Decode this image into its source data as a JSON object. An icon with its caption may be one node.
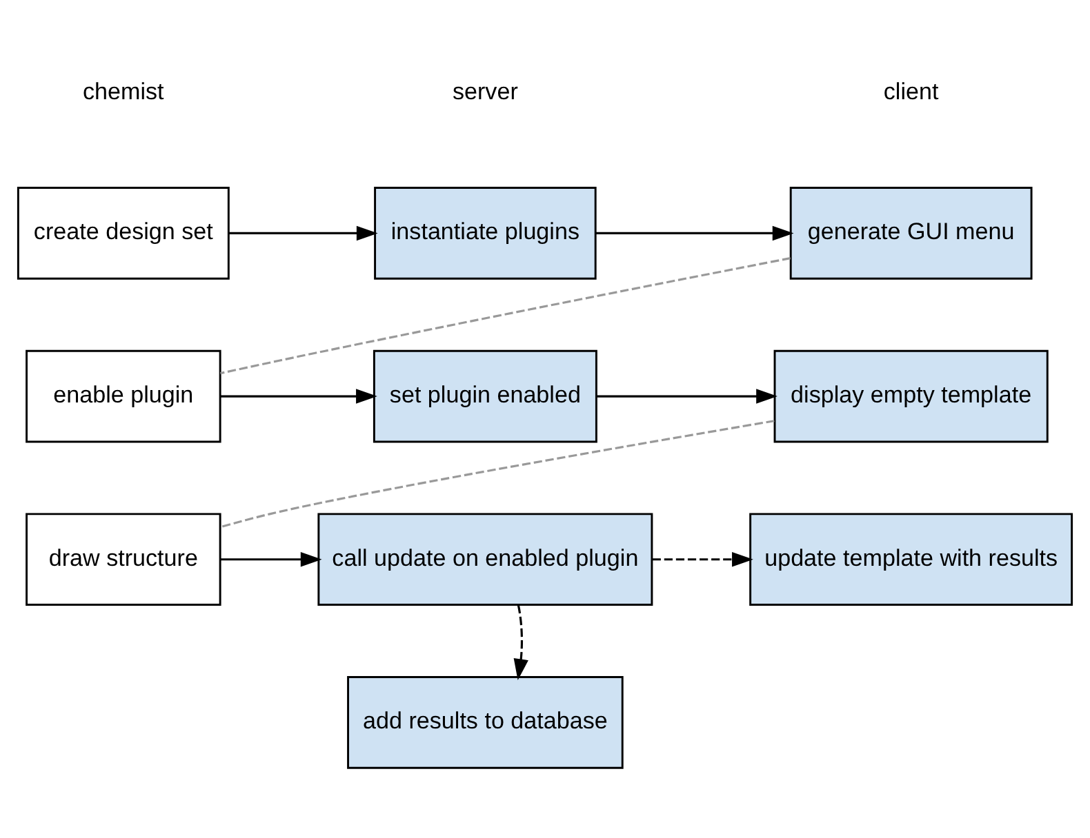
{
  "diagram": {
    "nodes": [
      {
        "text": [
          "create design set"
        ]
      },
      {
        "text": [
          "instantiate plugins"
        ]
      },
      {
        "text": [
          "generate GUI menu"
        ]
      },
      {
        "text": [
          "enable plugin"
        ]
      },
      {
        "text": [
          "set plugin enabled"
        ]
      },
      {
        "text": [
          "display empty template"
        ]
      },
      {
        "text": [
          "draw structure"
        ]
      },
      {
        "text": [
          "call update on enabled plugin"
        ]
      },
      {
        "text": [
          "update template with results"
        ]
      },
      {
        "text": [
          "add results to database"
        ]
      }
    ],
    "edges": [
      {
        "from": 0,
        "to": 1,
        "arrow": "to"
      },
      {
        "from": 1,
        "to": 2,
        "arrow": "to"
      },
      {
        "from": 2,
        "to": 3,
        "arrow": "none",
        "style": "dashed",
        "color": "#999999"
      },
      {
        "from": 3,
        "to": 4,
        "arrow": "to"
      },
      {
        "from": 4,
        "to": 5,
        "arrow": "to"
      },
      {
        "from": 5,
        "to": 6,
        "arrow": "none",
        "style": "dashed",
        "color": "#999999"
      },
      {
        "from": 6,
        "to": 7,
        "arrow": "to"
      },
      {
        "from": 7,
        "to": 8,
        "arrow": "to",
        "style": "dashed"
      },
      {
        "from": 7,
        "to": 9,
        "arrow": "to",
        "style": "dashed"
      }
    ],
    "labels": [
      "chemist",
      "server",
      "client"
    ]
  }
}
